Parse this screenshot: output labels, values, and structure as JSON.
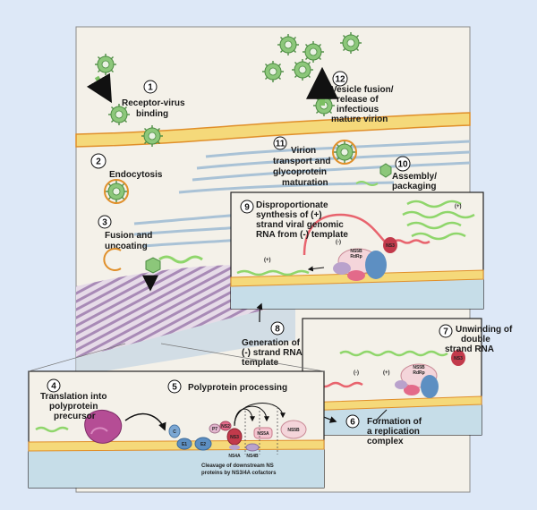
{
  "steps": [
    {
      "n": "1",
      "label": [
        "Receptor-virus",
        "binding"
      ]
    },
    {
      "n": "2",
      "label": [
        "Endocytosis"
      ]
    },
    {
      "n": "3",
      "label": [
        "Fusion and",
        "uncoating"
      ]
    },
    {
      "n": "4",
      "label": [
        "Translation into",
        "polyprotein",
        "precursor"
      ]
    },
    {
      "n": "5",
      "label": [
        "Polyprotein processing"
      ]
    },
    {
      "n": "6",
      "label": [
        "Formation of",
        "a replication",
        "complex"
      ]
    },
    {
      "n": "7",
      "label": [
        "Unwinding of",
        "double",
        "strand RNA"
      ]
    },
    {
      "n": "8",
      "label": [
        "Generation of",
        "(-) strand RNA",
        "template"
      ]
    },
    {
      "n": "9",
      "label": [
        "Disproportionate",
        "synthesis of (+)",
        "strand viral genomic",
        "RNA from (-) template"
      ]
    },
    {
      "n": "10",
      "label": [
        "Assembly/",
        "packaging"
      ]
    },
    {
      "n": "11",
      "label": [
        "Virion",
        "transport and",
        "glycoprotein",
        "maturation"
      ]
    },
    {
      "n": "12",
      "label": [
        "Vesicle fusion/",
        "release of",
        "infectious",
        "mature virion"
      ]
    }
  ],
  "cleavage_note": [
    "Cleavage of downstream NS",
    "proteins by NS3/4A cofactors"
  ],
  "protein_labels": {
    "c": "C",
    "e1": "E1",
    "e2": "E2",
    "p7": "P7",
    "ns2": "NS2",
    "ns3": "NS3",
    "ns4a": "NS4A",
    "ns4b": "NS4B",
    "ns5a": "NS5A",
    "ns5b": "NS5B",
    "ns5b_rdrp": [
      "NS5B",
      "RdRp"
    ],
    "ns5b_rdrp_b": [
      "NS5B",
      "RdRp"
    ],
    "ns3_b": "NS3",
    "ns3_c": "NS3"
  },
  "strand_labels": {
    "plus_top": "(+)",
    "plus_left": "(+)",
    "minus_mid": "(-)",
    "minus_low": "(-)",
    "plus_low": "(+)"
  },
  "colors": {
    "background": "#dde8f7",
    "cell": "#f2efe7",
    "membrane": "#e6c45a",
    "membrane_edge": "#e08f2a",
    "virion": "#7fbf6a",
    "arrow": "#7cc063",
    "rna_plus": "#8fd66b",
    "rna_minus": "#e8646e",
    "nucleus": "#c9d8e4",
    "er": "#9fb6cc",
    "ns5a": "#e36a8a",
    "ns5b": "#f4d5da",
    "ns3": "#c23a4b",
    "polyprotein": "#b54d95"
  },
  "icons": [
    "virion-icon",
    "ribosome-icon",
    "process-arrow-icon"
  ]
}
